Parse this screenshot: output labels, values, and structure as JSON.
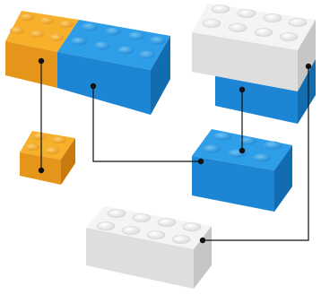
{
  "diagram": {
    "background": "#ffffff",
    "connector_color": "#111111",
    "bricks": [
      {
        "name": "orange-brick-2x4",
        "color": "orange",
        "studs": "2x4",
        "role": "composite-part"
      },
      {
        "name": "blue-brick-2x4",
        "color": "blue",
        "studs": "2x4",
        "role": "composite-part"
      },
      {
        "name": "white-brick-2x4-stacked",
        "color": "white",
        "studs": "2x4",
        "role": "composite-part"
      },
      {
        "name": "blue-brick-2x4-stacked",
        "color": "blue",
        "studs": "2x4",
        "role": "composite-part"
      },
      {
        "name": "orange-brick-2x2",
        "color": "orange",
        "studs": "2x2",
        "role": "separated-part"
      },
      {
        "name": "blue-brick-2x3",
        "color": "blue",
        "studs": "2x3",
        "role": "separated-part"
      },
      {
        "name": "white-brick-2x4",
        "color": "white",
        "studs": "2x4",
        "role": "separated-part"
      }
    ],
    "colors": {
      "orange": {
        "top": "#f6b02a",
        "front": "#e4951a",
        "side": "#c77a0e",
        "stud": "#f9c04a"
      },
      "blue": {
        "top": "#2f9ee8",
        "front": "#1c86d4",
        "side": "#126db0",
        "stud": "#4ab0f0"
      },
      "white": {
        "top": "#f4f4f4",
        "front": "#dcdcdc",
        "side": "#c2c2c2",
        "stud": "#fbfbfb"
      }
    },
    "connections": [
      {
        "from": "orange-brick-2x4",
        "to": "orange-brick-2x2"
      },
      {
        "from": "blue-brick-2x4",
        "to": "blue-brick-2x3"
      },
      {
        "from": "blue-brick-2x4-stacked",
        "to": "blue-brick-2x3"
      },
      {
        "from": "white-brick-2x4-stacked",
        "to": "white-brick-2x4"
      }
    ]
  }
}
